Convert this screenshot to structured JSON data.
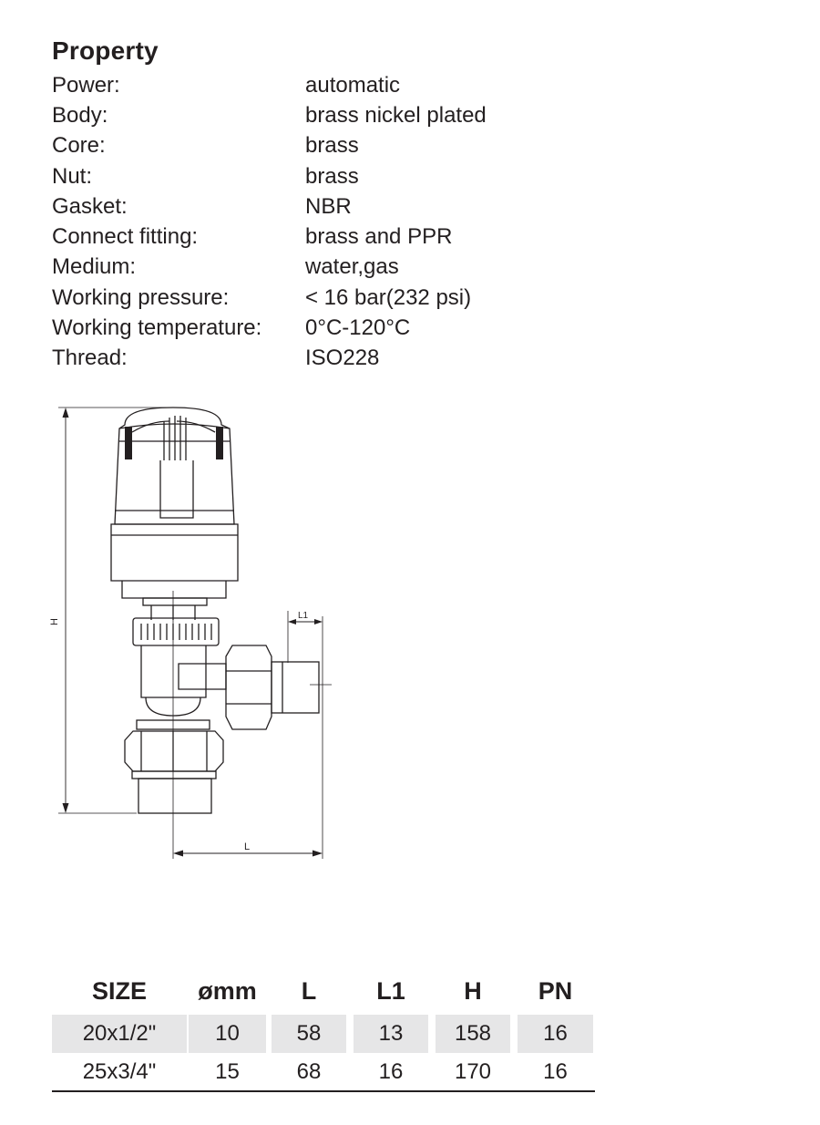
{
  "section_title": "Property",
  "properties": [
    {
      "label": "Power:",
      "value": "automatic"
    },
    {
      "label": "Body:",
      "value": "brass nickel plated"
    },
    {
      "label": "Core:",
      "value": "brass"
    },
    {
      "label": "Nut:",
      "value": "brass"
    },
    {
      "label": "Gasket:",
      "value": "NBR"
    },
    {
      "label": "Connect fitting:",
      "value": "brass and PPR"
    },
    {
      "label": "Medium:",
      "value": "water,gas"
    },
    {
      "label": "Working pressure:",
      "value": "< 16 bar(232 psi)"
    },
    {
      "label": "Working temperature:",
      "value": "0°C-120°C"
    },
    {
      "label": "Thread:",
      "value": "ISO228"
    }
  ],
  "drawing": {
    "dim_h": "H",
    "dim_l": "L",
    "dim_l1": "L1"
  },
  "spec_table": {
    "headers": [
      "SIZE",
      "ømm",
      "L",
      "L1",
      "H",
      "PN"
    ],
    "rows": [
      [
        "20x1/2\"",
        "10",
        "58",
        "13",
        "158",
        "16"
      ],
      [
        "25x3/4\"",
        "15",
        "68",
        "16",
        "170",
        "16"
      ]
    ]
  }
}
